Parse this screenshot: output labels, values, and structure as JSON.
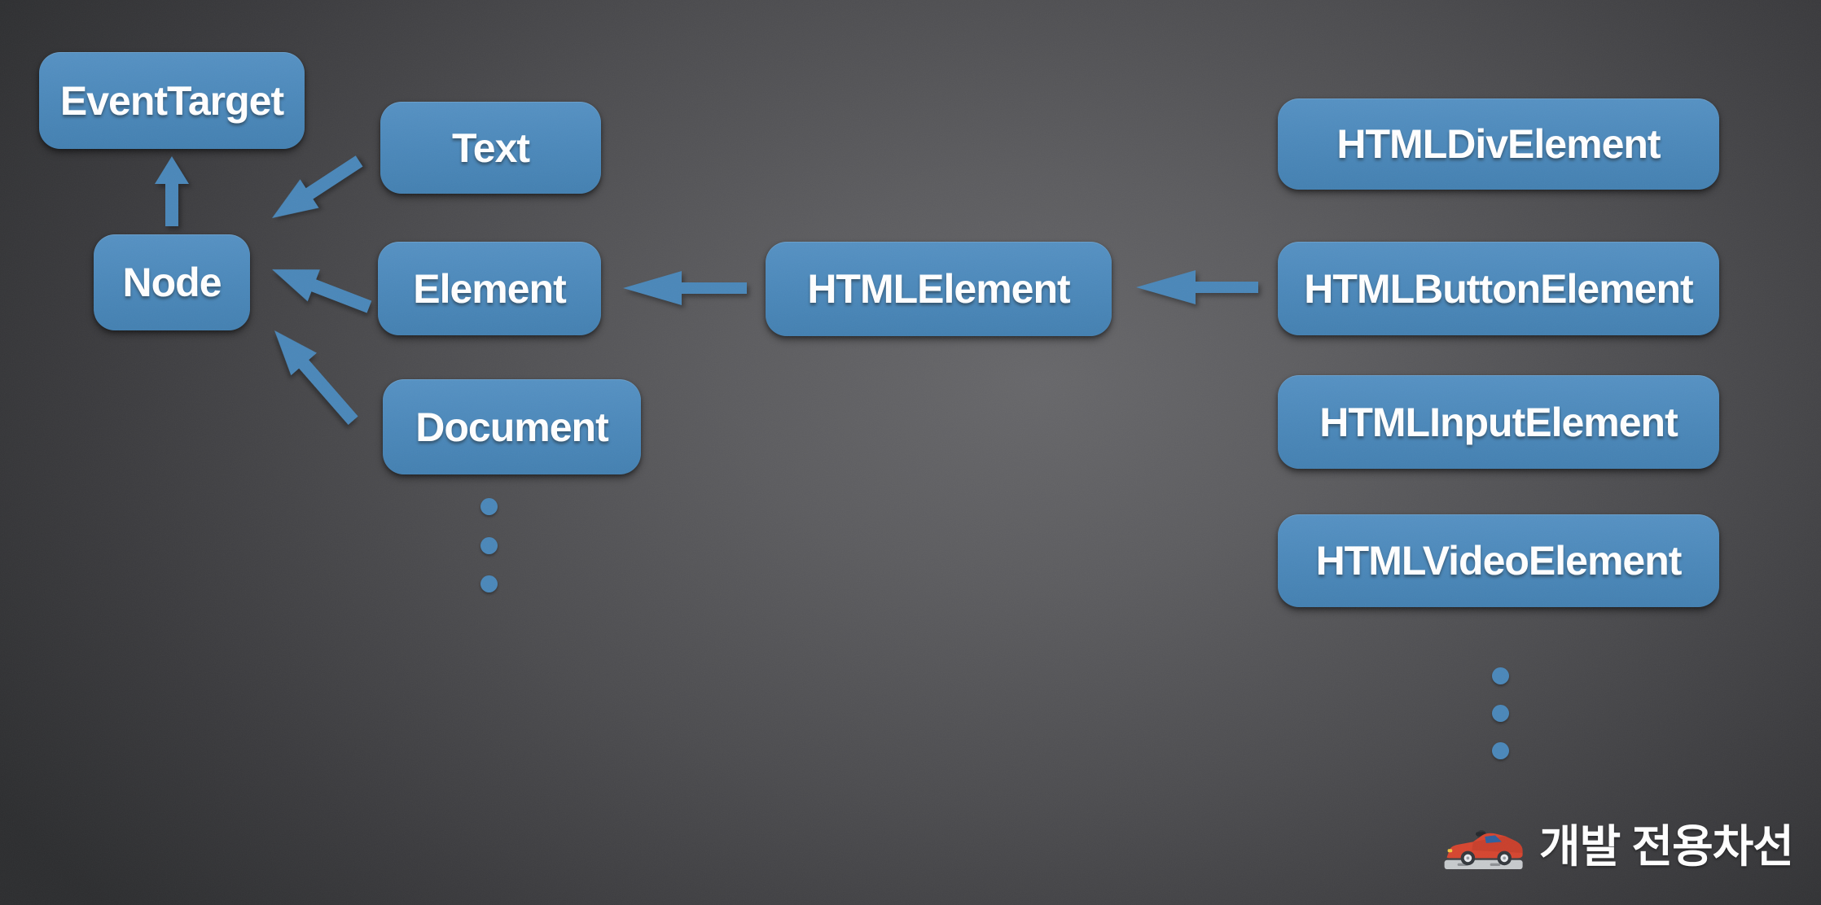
{
  "slide": {
    "kind": "dom-class-hierarchy-diagram",
    "boxes": {
      "eventtarget": "EventTarget",
      "node": "Node",
      "text": "Text",
      "element": "Element",
      "document": "Document",
      "htmlelement": "HTMLElement",
      "htmldivelement": "HTMLDivElement",
      "htmlbuttonelement": "HTMLButtonElement",
      "htmlinputelement": "HTMLInputElement",
      "htmlvideoelement": "HTMLVideoElement"
    },
    "edges": [
      {
        "from": "Node",
        "to": "EventTarget"
      },
      {
        "from": "Text",
        "to": "Node"
      },
      {
        "from": "Element",
        "to": "Node"
      },
      {
        "from": "Document",
        "to": "Node"
      },
      {
        "from": "HTMLElement",
        "to": "Element"
      },
      {
        "from": "HTMLButtonElement",
        "to": "HTMLElement"
      }
    ],
    "ellipsis": {
      "below_document_dots": 3,
      "below_htmlvideoelement_dots": 3
    },
    "colors": {
      "box_fill": "#4a87b9",
      "arrow_fill": "#4a87b9",
      "label_text": "#ffffff",
      "background_center": "#646467",
      "background_edge": "#2d2e30"
    },
    "watermark": {
      "icon": "racing-car",
      "label": "개발 전용차선"
    }
  }
}
